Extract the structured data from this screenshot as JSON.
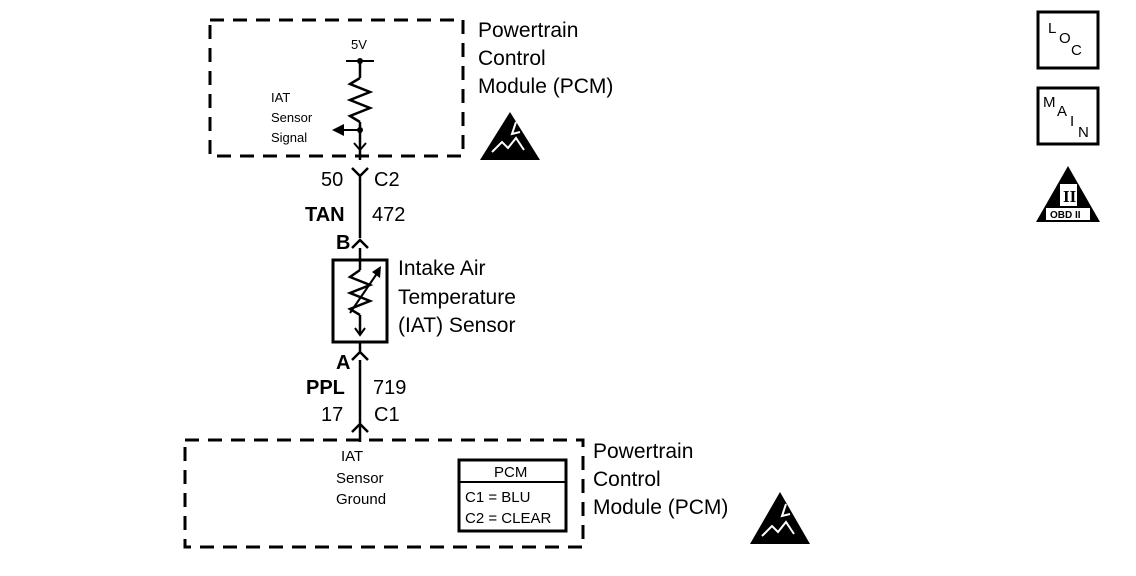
{
  "pcm_top": {
    "title_lines": [
      "Powertrain",
      "Control",
      "Module (PCM)"
    ],
    "voltage": "5V",
    "signal_lines": [
      "IAT",
      "Sensor",
      "Signal"
    ]
  },
  "top_connector": {
    "pin": "50",
    "connector": "C2"
  },
  "wire_top": {
    "color": "TAN",
    "circuit": "472"
  },
  "sensor": {
    "terminal_top": "B",
    "terminal_bottom": "A",
    "name_lines": [
      "Intake Air",
      "Temperature",
      "(IAT) Sensor"
    ]
  },
  "wire_bottom": {
    "color": "PPL",
    "circuit": "719"
  },
  "bottom_connector": {
    "pin": "17",
    "connector": "C1"
  },
  "pcm_bottom": {
    "title_lines": [
      "Powertrain",
      "Control",
      "Module (PCM)"
    ],
    "ground_lines": [
      "IAT",
      "Sensor",
      "Ground"
    ],
    "legend": {
      "header": "PCM",
      "rows": [
        "C1 = BLU",
        "C2 = CLEAR"
      ]
    }
  },
  "side_icons": {
    "loc": {
      "letters": [
        "L",
        "O",
        "C"
      ]
    },
    "main": {
      "letters": [
        "M",
        "A",
        "I",
        "N"
      ]
    },
    "obd": {
      "numeral": "II",
      "label": "OBD II"
    }
  },
  "icons": [
    "esd-warning-icon",
    "loc-icon",
    "main-icon",
    "obd-ii-icon"
  ]
}
